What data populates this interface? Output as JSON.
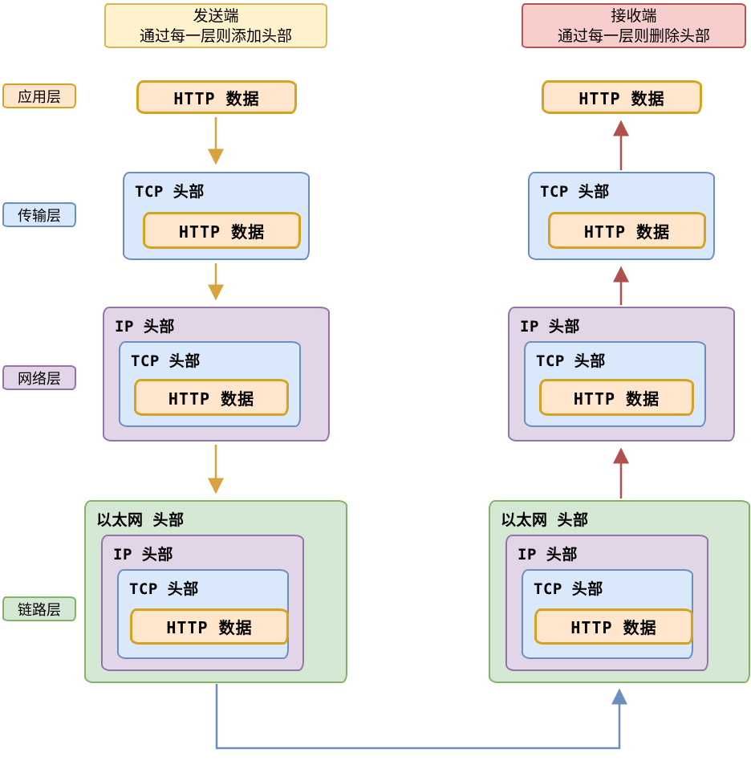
{
  "titles": {
    "sender": {
      "line1": "发送端",
      "line2": "通过每一层则添加头部"
    },
    "receiver": {
      "line1": "接收端",
      "line2": "通过每一层则删除头部"
    }
  },
  "layer_labels": {
    "application": "应用层",
    "transport": "传输层",
    "network": "网络层",
    "link": "链路层"
  },
  "packet_labels": {
    "http": "HTTP 数据",
    "tcp": "TCP 头部",
    "ip": "IP 头部",
    "ethernet": "以太网 头部"
  },
  "colors": {
    "http_fill": "#ffe6cc",
    "http_border": "#d6a321",
    "tcp_fill": "#dae8fc",
    "tcp_border": "#6c8ebf",
    "ip_fill": "#e1d5e7",
    "ip_border": "#9673a6",
    "eth_fill": "#d5e8d4",
    "eth_border": "#82b366",
    "sender_title_fill": "#fff2cc",
    "sender_title_border": "#d6b656",
    "receiver_title_fill": "#f8cecc",
    "receiver_title_border": "#b85450",
    "sender_arrow": "#d9a23f",
    "receiver_arrow": "#b0504d",
    "transmission_line": "#6c8ebf"
  }
}
